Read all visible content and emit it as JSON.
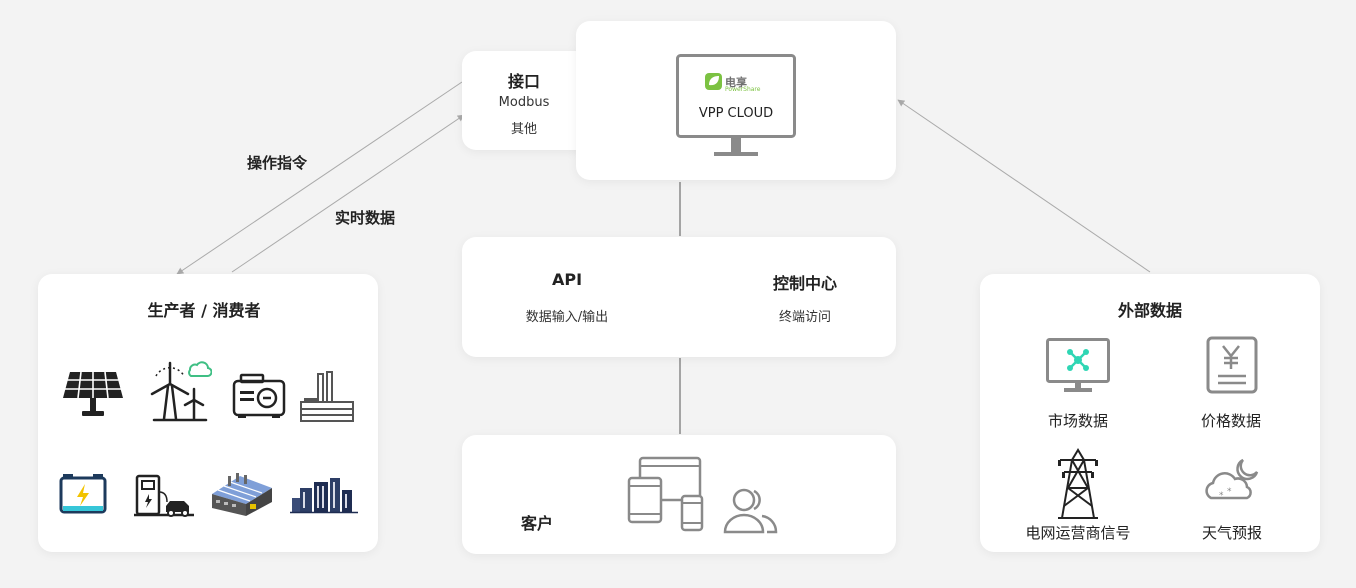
{
  "interface": {
    "title": "接口",
    "items": [
      "Modbus",
      "其他"
    ]
  },
  "cloud": {
    "logo_text": "电享",
    "logo_sub": "PowerShare",
    "label": "VPP CLOUD"
  },
  "links": {
    "command_label": "操作指令",
    "realtime_label": "实时数据"
  },
  "producers": {
    "title": "生产者 / 消费者",
    "icons": [
      "solar-panel-icon",
      "wind-turbine-icon",
      "generator-icon",
      "factory-chimney-icon",
      "battery-icon",
      "ev-charger-icon",
      "warehouse-icon",
      "city-buildings-icon"
    ]
  },
  "middle": {
    "api_title": "API",
    "api_sub": "数据输入/输出",
    "control_title": "控制中心",
    "control_sub": "终端访问"
  },
  "clients": {
    "title": "客户",
    "icons": [
      "devices-icon",
      "users-icon"
    ]
  },
  "external": {
    "title": "外部数据",
    "items": [
      {
        "label": "市场数据",
        "icon": "market-monitor-icon"
      },
      {
        "label": "价格数据",
        "icon": "price-document-icon"
      },
      {
        "label": "电网运营商信号",
        "icon": "power-tower-icon"
      },
      {
        "label": "天气预报",
        "icon": "weather-icon"
      }
    ]
  },
  "colors": {
    "background": "#f3f3f3",
    "card": "#ffffff",
    "line": "#aaaaaa",
    "icon_dark": "#222222",
    "icon_gray": "#8a8a8a",
    "accent_green": "#7cc242",
    "accent_teal": "#2fd6b4",
    "cloud_green": "#3fbf84",
    "roof_blue": "#7f9fd8"
  }
}
